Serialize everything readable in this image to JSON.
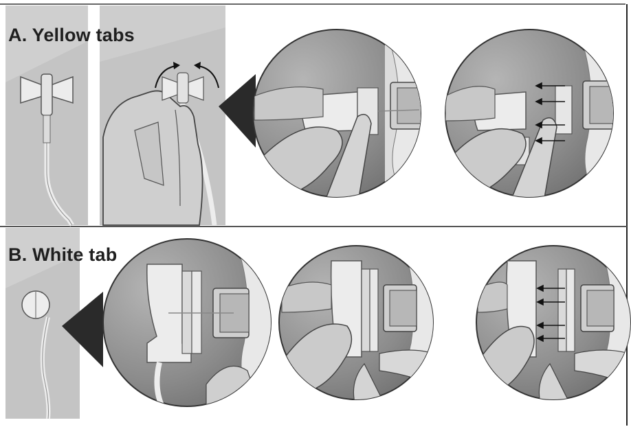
{
  "sections": [
    {
      "id": "A",
      "title": "A. Yellow tabs"
    },
    {
      "id": "B",
      "title": "B. White tab"
    }
  ],
  "colors": {
    "panel_gray": "#c2c2c2",
    "disc_dark": "#7a7a7a",
    "disc_light": "#a9a9a9",
    "finger": "#cdcdcd",
    "device_white": "#ececec",
    "outline": "#4a4a4a",
    "arrow": "#1a1a1a"
  },
  "icons": [
    "pinch-arrows-icon",
    "withdraw-arrows-icon",
    "pointer-triangle-icon"
  ]
}
